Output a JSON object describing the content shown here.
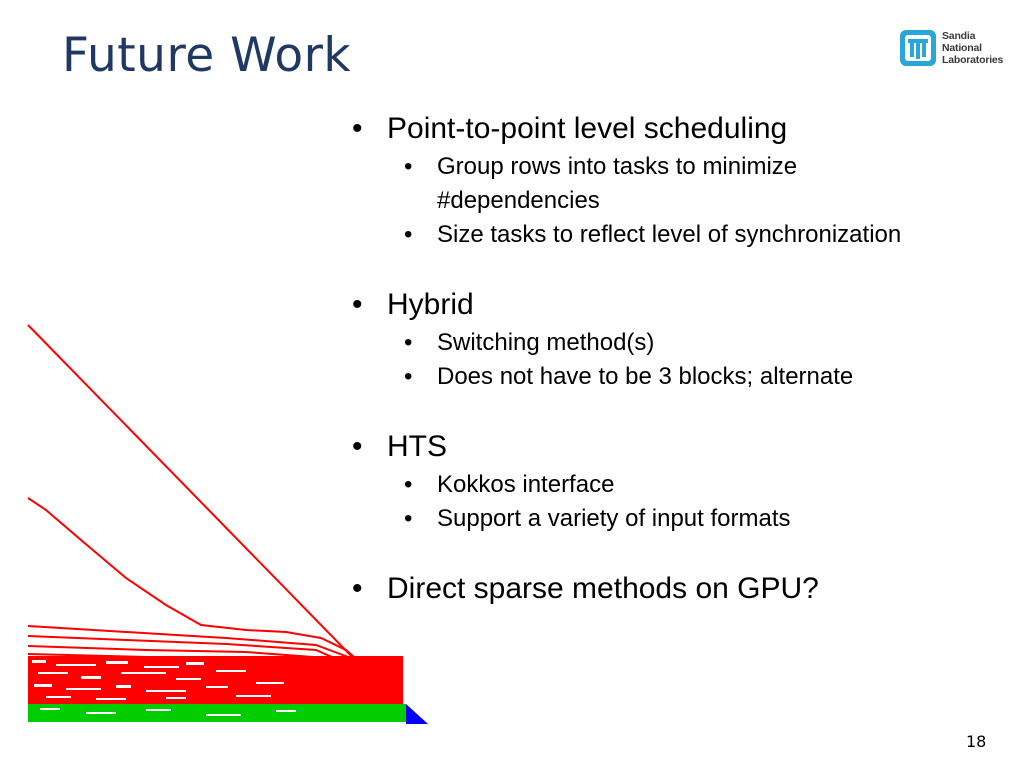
{
  "slide": {
    "title": "Future Work",
    "page_number": "18"
  },
  "logo": {
    "icon": "sandia-thunderbird-logo",
    "lines": [
      "Sandia",
      "National",
      "Laboratories"
    ],
    "color": "#2aa7d6"
  },
  "bullets": [
    {
      "text": "Point-to-point level scheduling",
      "sub": [
        "Group rows into tasks to minimize #dependencies",
        "Size tasks to reflect level of synchronization"
      ]
    },
    {
      "text": "Hybrid",
      "sub": [
        "Switching method(s)",
        "Does not have to be 3 blocks; alternate"
      ]
    },
    {
      "text": "HTS",
      "sub": [
        "Kokkos interface",
        "Support a variety of input formats"
      ]
    },
    {
      "text": "Direct sparse methods on GPU?",
      "sub": []
    }
  ],
  "figure": {
    "description_icon": "sparse-matrix-triangular-pattern",
    "colors": {
      "red": "#ff0000",
      "green": "#00cc00",
      "blue": "#0000ff"
    }
  },
  "bullet_glyph": "•"
}
